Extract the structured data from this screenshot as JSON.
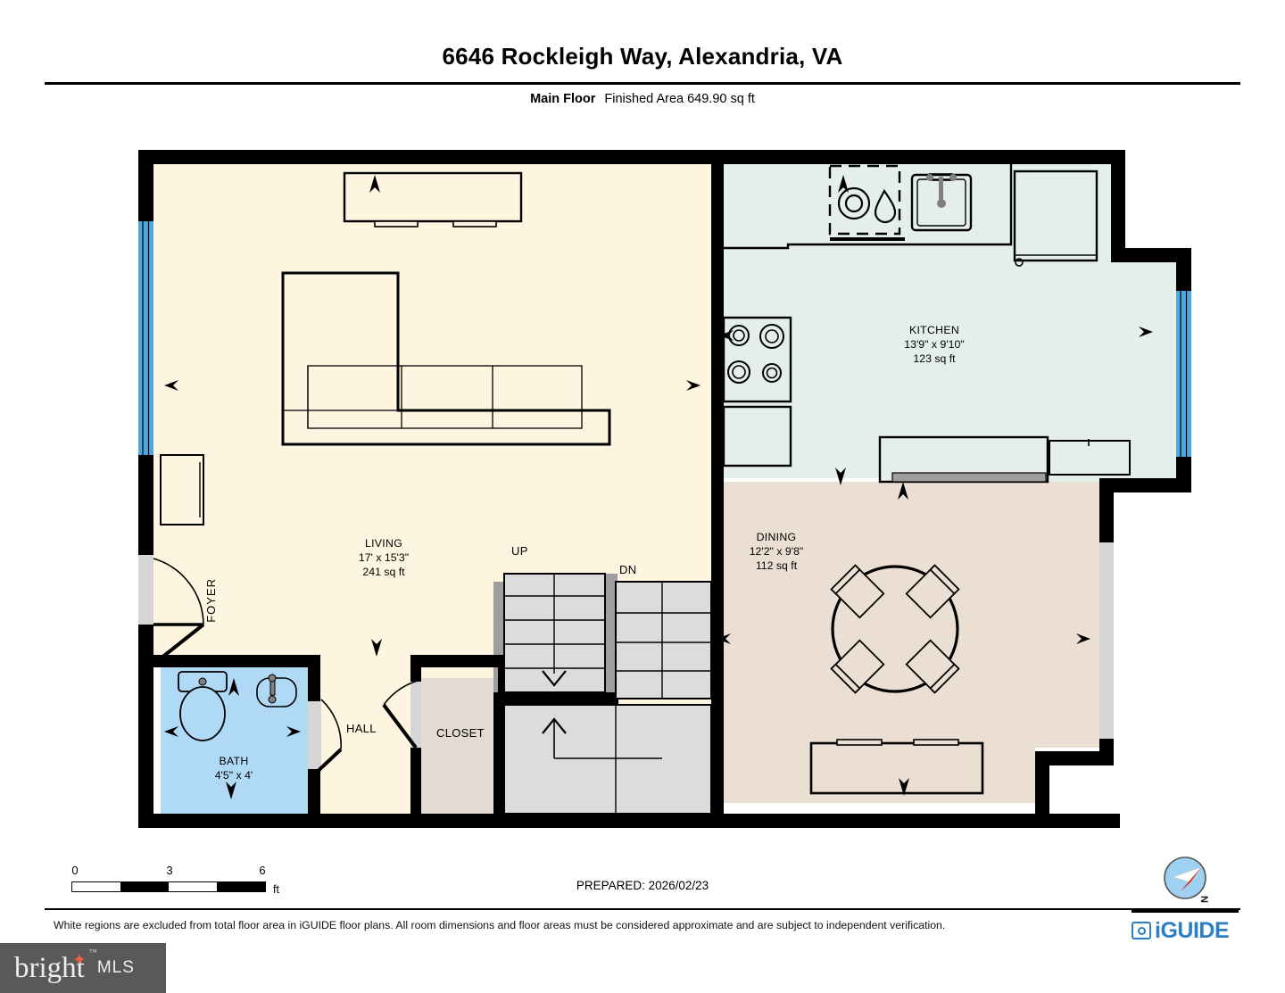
{
  "header": {
    "title": "6646 Rockleigh Way, Alexandria, VA",
    "floor_label": "Main Floor",
    "area_label": "Finished Area 649.90 sq ft"
  },
  "rooms": [
    {
      "name": "LIVING",
      "dims": "17' x 15'3\"",
      "area": "241 sq ft"
    },
    {
      "name": "KITCHEN",
      "dims": "13'9\" x 9'10\"",
      "area": "123 sq ft"
    },
    {
      "name": "DINING",
      "dims": "12'2\" x 9'8\"",
      "area": "112 sq ft"
    },
    {
      "name": "BATH",
      "dims": "4'5\" x 4'",
      "area": ""
    }
  ],
  "plain_labels": {
    "foyer": "FOYER",
    "hall": "HALL",
    "closet": "CLOSET",
    "stairs_up": "UP",
    "stairs_down": "DN"
  },
  "scale": {
    "ticks": [
      "0",
      "3",
      "6"
    ],
    "unit": "ft"
  },
  "prepared": "PREPARED: 2026/02/23",
  "disclaimer": "White regions are excluded from total floor area in iGUIDE floor plans. All room dimensions and floor areas must be considered approximate and are subject to independent verification.",
  "branding": {
    "iguide": "iGUIDE",
    "mls_primary": "bright",
    "mls_secondary": "MLS",
    "mls_tm": "™"
  },
  "compass": {
    "north_letter": "N"
  },
  "colors": {
    "living": "#FDF5DF",
    "kitchen": "#E5EFE9",
    "dining": "#EADFD2",
    "bath": "#AFD9F5",
    "closet": "#E3DBD1",
    "stairs": "#DCDCDC",
    "wall": "#000000",
    "window": "#4EA8DE",
    "door_gap": "#D6D6D6",
    "accent_iguide": "#2B7FC4",
    "mls_bg": "#5B585A",
    "mls_star": "#E8603C"
  }
}
